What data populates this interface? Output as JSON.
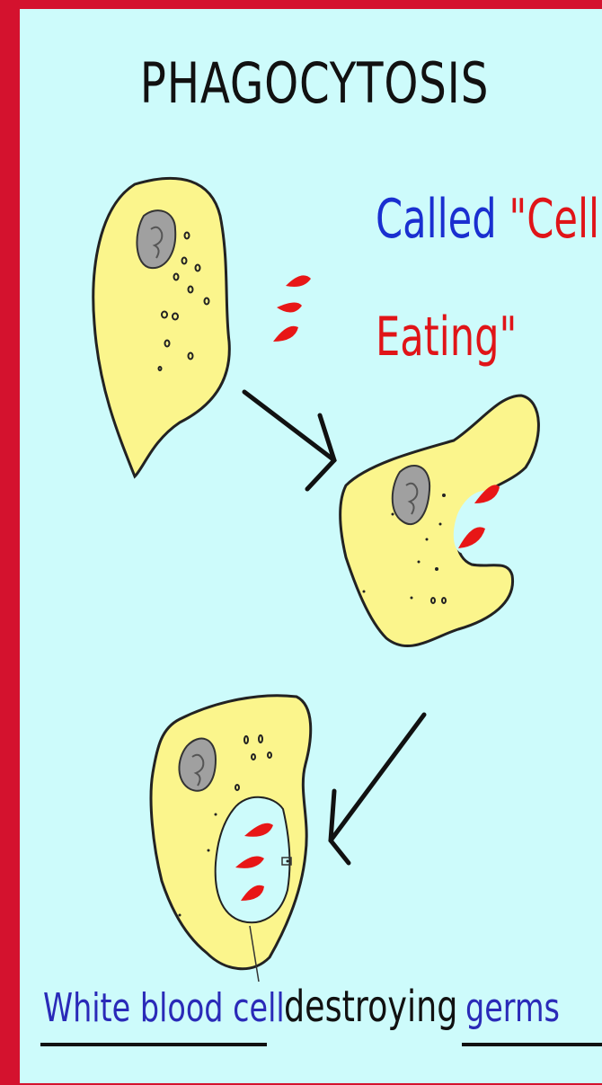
{
  "title": "PHAGOCYTOSIS",
  "callout": {
    "word1": "Called ",
    "word2": "\"Cell",
    "line2": "Eating\""
  },
  "caption": {
    "white_blood_cell": "White blood cell",
    "destroying": "destroying",
    "germs": "germs"
  },
  "colors": {
    "border": "#d4122e",
    "background": "#cdfbfb",
    "cell": "#fbf58c",
    "nucleus": "#9c9c9c",
    "germ": "#e81616",
    "label_blue": "#2a2ab8"
  }
}
